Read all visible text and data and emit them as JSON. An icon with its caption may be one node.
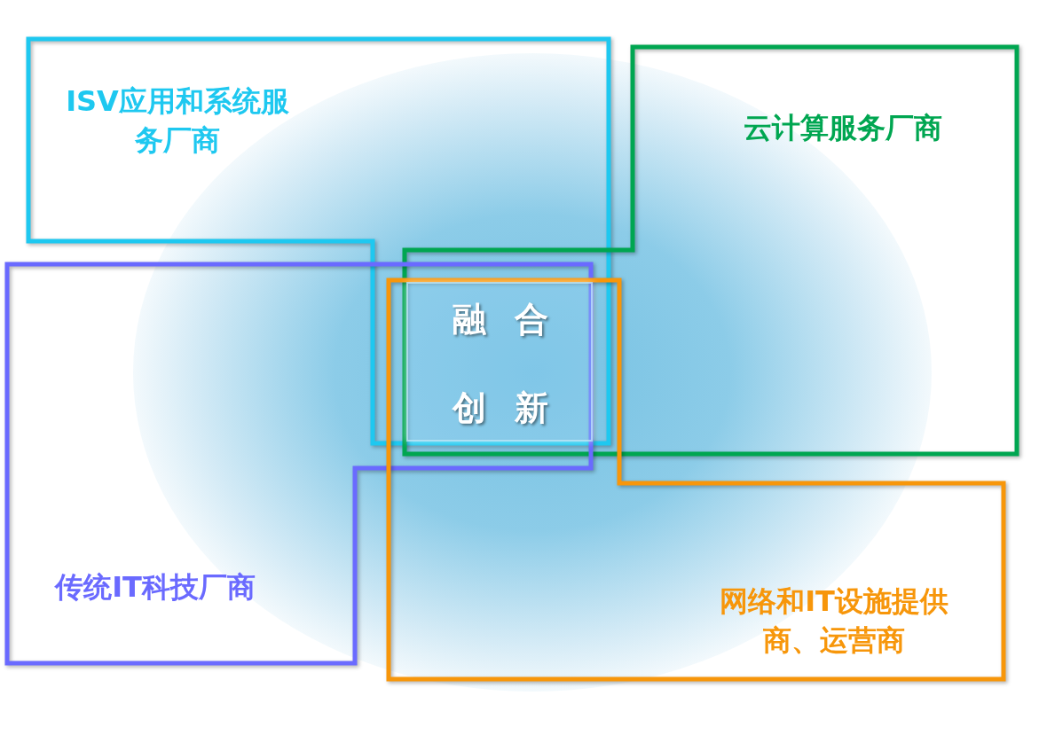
{
  "diagram": {
    "nodes": [
      {
        "text": [
          "ISV应用和系统服务厂商"
        ]
      },
      {
        "text": [
          "云计算服务厂商"
        ]
      },
      {
        "text": [
          "传统IT科技厂商"
        ]
      },
      {
        "text": [
          "网络和IT设施提供商、运营商"
        ]
      },
      {
        "text": [
          "融合创新"
        ]
      }
    ],
    "edges": []
  }
}
